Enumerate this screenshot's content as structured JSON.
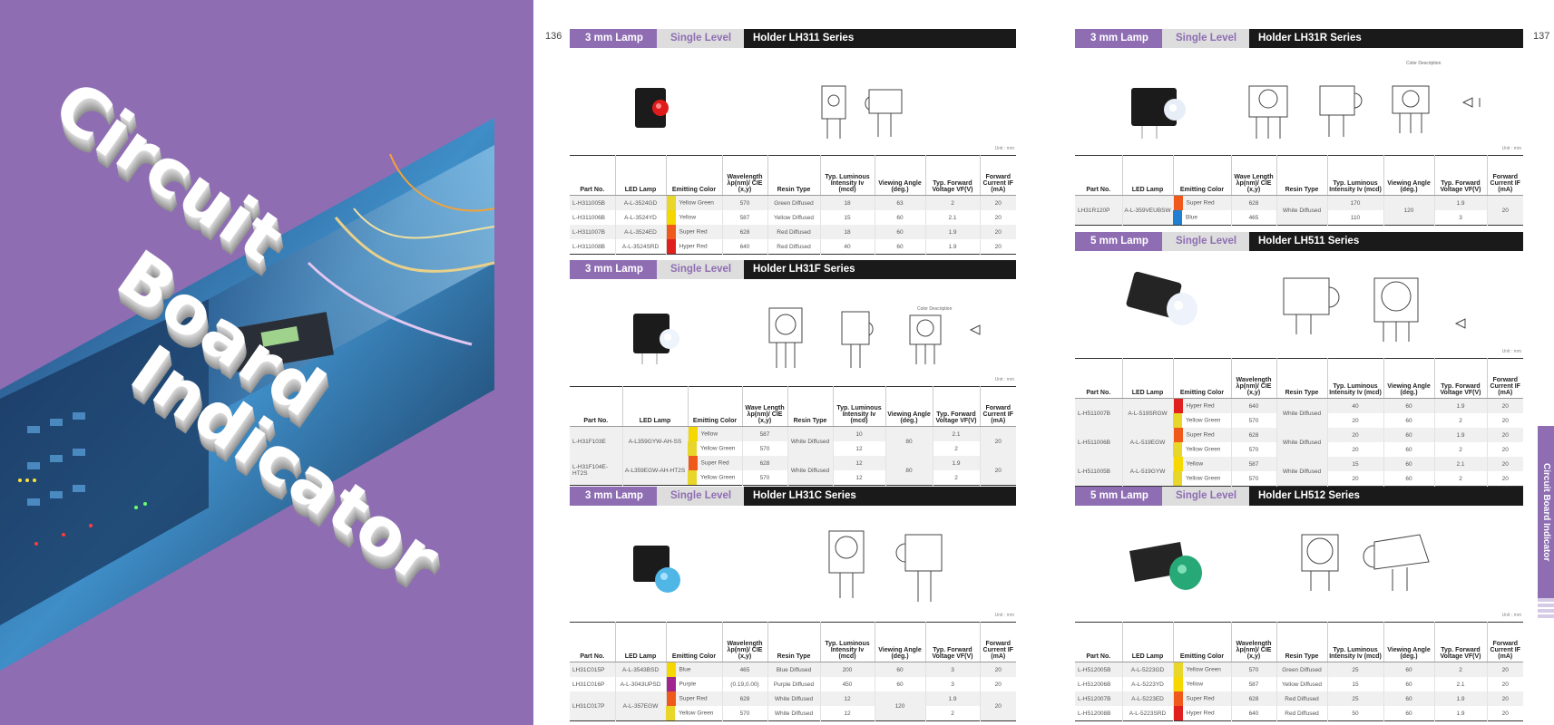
{
  "cover": {
    "title_lines": [
      "Circuit",
      "Board",
      "Indicator"
    ]
  },
  "left_page": {
    "page_number": "136",
    "sections": [
      {
        "size": "3 mm Lamp",
        "level": "Single Level",
        "holder": "Holder LH311 Series",
        "unit": "Unit : mm",
        "headers": [
          "Part No.",
          "LED Lamp",
          "Emitting Color",
          "Wavelength λp(nm)/ CIE (x,y)",
          "Resin Type",
          "Typ. Luminous Intensity Iv (mcd)",
          "Viewing Angle (deg.)",
          "Typ. Forward Voltage VF(V)",
          "Forward Current IF (mA)"
        ],
        "rows": [
          {
            "part": "L-H311005B",
            "lamp": "A-L-3524GD",
            "swatch": "#e8d62a",
            "color": "Yellow Green",
            "wl": "570",
            "resin": "Green Diffused",
            "iv": "18",
            "angle": "63",
            "vf": "2",
            "if": "20"
          },
          {
            "part": "L-H311006B",
            "lamp": "A-L-3524YD",
            "swatch": "#f5d800",
            "color": "Yellow",
            "wl": "587",
            "resin": "Yellow Diffused",
            "iv": "15",
            "angle": "60",
            "vf": "2.1",
            "if": "20"
          },
          {
            "part": "L-H311007B",
            "lamp": "A-L-3524ED",
            "swatch": "#ef5a1c",
            "color": "Super Red",
            "wl": "628",
            "resin": "Red Diffused",
            "iv": "18",
            "angle": "60",
            "vf": "1.9",
            "if": "20"
          },
          {
            "part": "L-H311008B",
            "lamp": "A-L-3524SRD",
            "swatch": "#e0201f",
            "color": "Hyper Red",
            "wl": "640",
            "resin": "Red Diffused",
            "iv": "40",
            "angle": "60",
            "vf": "1.9",
            "if": "20"
          }
        ]
      },
      {
        "size": "3 mm Lamp",
        "level": "Single Level",
        "holder": "Holder LH31F Series",
        "unit": "Unit : mm",
        "color_desc": "Color Description",
        "headers": [
          "Part No.",
          "LED Lamp",
          "Emitting Color",
          "Wave Length λp(nm)/ CIE (x,y)",
          "Resin Type",
          "Typ. Luminous Intensity Iv (mcd)",
          "Viewing Angle (deg.)",
          "Typ. Forward Voltage VF(V)",
          "Forward Current IF (mA)"
        ],
        "groups": [
          {
            "part": "L-H31F103E",
            "lamp": "A-L359GYW-AH-SS",
            "resin": "White Diffused",
            "angle": "80",
            "if": "20",
            "sub": [
              {
                "swatch": "#f5d800",
                "color": "Yellow",
                "wl": "587",
                "iv": "10",
                "vf": "2.1"
              },
              {
                "swatch": "#e8d62a",
                "color": "Yellow Green",
                "wl": "570",
                "iv": "12",
                "vf": "2"
              }
            ]
          },
          {
            "part": "L-H31F104E-HT2S",
            "lamp": "A-L359EGW-AH-HT2S",
            "resin": "White Diffused",
            "angle": "80",
            "if": "20",
            "sub": [
              {
                "swatch": "#ef5a1c",
                "color": "Super Red",
                "wl": "628",
                "iv": "12",
                "vf": "1.9"
              },
              {
                "swatch": "#e8d62a",
                "color": "Yellow Green",
                "wl": "570",
                "iv": "12",
                "vf": "2"
              }
            ]
          }
        ]
      },
      {
        "size": "3 mm Lamp",
        "level": "Single Level",
        "holder": "Holder LH31C Series",
        "unit": "Unit : mm",
        "headers": [
          "Part No.",
          "LED Lamp",
          "Emitting Color",
          "Wavelength λp(nm)/ CIE (x,y)",
          "Resin Type",
          "Typ. Luminous Intensity Iv (mcd)",
          "Viewing Angle (deg.)",
          "Typ. Forward Voltage VF(V)",
          "Forward Current IF (mA)"
        ],
        "rows": [
          {
            "part": "LH31C015P",
            "lamp": "A-L-3543BSD",
            "swatch": "#f5d800",
            "color": "Blue",
            "wl": "465",
            "resin": "Blue Diffused",
            "iv": "200",
            "angle": "60",
            "vf": "3",
            "if": "20"
          },
          {
            "part": "LH31C016P",
            "lamp": "A-L-3043UPSD",
            "swatch": "#a0258f",
            "color": "Purple",
            "wl": "(0.19,0.00)",
            "resin": "Purple Diffused",
            "iv": "450",
            "angle": "60",
            "vf": "3",
            "if": "20"
          }
        ],
        "group": {
          "part": "LH31C017P",
          "lamp": "A-L-357EGW",
          "angle": "120",
          "if": "20",
          "sub": [
            {
              "swatch": "#ef5a1c",
              "color": "Super Red",
              "wl": "628",
              "resin": "White Diffused",
              "iv": "12",
              "vf": "1.9"
            },
            {
              "swatch": "#e8d62a",
              "color": "Yellow Green",
              "wl": "570",
              "resin": "White Diffused",
              "iv": "12",
              "vf": "2"
            }
          ]
        }
      }
    ]
  },
  "right_page": {
    "page_number": "137",
    "side_tab": "Circuit Board Indicator",
    "sections": [
      {
        "size": "3 mm Lamp",
        "level": "Single Level",
        "holder": "Holder LH31R Series",
        "unit": "Unit : mm",
        "color_desc": "Color Description",
        "headers": [
          "Part No.",
          "LED Lamp",
          "Emitting Color",
          "Wave Length λp(nm)/ CIE (x,y)",
          "Resin Type",
          "Typ. Luminous Intensity Iv (mcd)",
          "Viewing Angle (deg.)",
          "Typ. Forward Voltage VF(V)",
          "Forward Current IF (mA)"
        ],
        "group": {
          "part": "LH31R120P",
          "lamp": "A-L-359VEUBSW",
          "resin": "White Diffused",
          "angle": "120",
          "if": "20",
          "sub": [
            {
              "swatch": "#ef5a1c",
              "color": "Super Red",
              "wl": "628",
              "iv": "170",
              "vf": "1.9"
            },
            {
              "swatch": "#1f7fd0",
              "color": "Blue",
              "wl": "465",
              "iv": "110",
              "vf": "3"
            }
          ]
        }
      },
      {
        "size": "5 mm Lamp",
        "level": "Single Level",
        "holder": "Holder LH511 Series",
        "unit": "Unit : mm",
        "headers": [
          "Part No.",
          "LED Lamp",
          "Emitting Color",
          "Wavelength λp(nm)/ CIE (x,y)",
          "Resin Type",
          "Typ. Luminous Intensity Iv (mcd)",
          "Viewing Angle (deg.)",
          "Typ. Forward Voltage VF(V)",
          "Forward Current IF (mA)"
        ],
        "groups": [
          {
            "part": "L-H511007B",
            "lamp": "A-L-519SRGW",
            "resin": "White Diffused",
            "sub": [
              {
                "swatch": "#e0201f",
                "color": "Hyper Red",
                "wl": "640",
                "iv": "40",
                "angle": "60",
                "vf": "1.9",
                "if": "20"
              },
              {
                "swatch": "#e8d62a",
                "color": "Yellow Green",
                "wl": "570",
                "iv": "20",
                "angle": "60",
                "vf": "2",
                "if": "20"
              }
            ]
          },
          {
            "part": "L-H511006B",
            "lamp": "A-L-519EGW",
            "resin": "White Diffused",
            "sub": [
              {
                "swatch": "#ef5a1c",
                "color": "Super Red",
                "wl": "628",
                "iv": "20",
                "angle": "60",
                "vf": "1.9",
                "if": "20"
              },
              {
                "swatch": "#e8d62a",
                "color": "Yellow Green",
                "wl": "570",
                "iv": "20",
                "angle": "60",
                "vf": "2",
                "if": "20"
              }
            ]
          },
          {
            "part": "L-H511005B",
            "lamp": "A-L-519GYW",
            "resin": "White Diffused",
            "sub": [
              {
                "swatch": "#f5d800",
                "color": "Yellow",
                "wl": "587",
                "iv": "15",
                "angle": "60",
                "vf": "2.1",
                "if": "20"
              },
              {
                "swatch": "#e8d62a",
                "color": "Yellow Green",
                "wl": "570",
                "iv": "20",
                "angle": "60",
                "vf": "2",
                "if": "20"
              }
            ]
          }
        ]
      },
      {
        "size": "5 mm Lamp",
        "level": "Single Level",
        "holder": "Holder LH512 Series",
        "unit": "Unit : mm",
        "headers": [
          "Part No.",
          "LED Lamp",
          "Emitting Color",
          "Wavelength λp(nm)/ CIE (x,y)",
          "Resin Type",
          "Typ. Luminous Intensity Iv (mcd)",
          "Viewing Angle (deg.)",
          "Typ. Forward Voltage VF(V)",
          "Forward Current IF (mA)"
        ],
        "rows": [
          {
            "part": "L-H512005B",
            "lamp": "A-L-5223GD",
            "swatch": "#e8d62a",
            "color": "Yellow Green",
            "wl": "570",
            "resin": "Green Diffused",
            "iv": "25",
            "angle": "60",
            "vf": "2",
            "if": "20"
          },
          {
            "part": "L-H512006B",
            "lamp": "A-L-5223YD",
            "swatch": "#f5d800",
            "color": "Yellow",
            "wl": "587",
            "resin": "Yellow Diffused",
            "iv": "15",
            "angle": "60",
            "vf": "2.1",
            "if": "20"
          },
          {
            "part": "L-H512007B",
            "lamp": "A-L-5223ED",
            "swatch": "#ef5a1c",
            "color": "Super Red",
            "wl": "628",
            "resin": "Red Diffused",
            "iv": "25",
            "angle": "60",
            "vf": "1.9",
            "if": "20"
          },
          {
            "part": "L-H512008B",
            "lamp": "A-L-5223SRD",
            "swatch": "#e0201f",
            "color": "Hyper Red",
            "wl": "640",
            "resin": "Red Diffused",
            "iv": "50",
            "angle": "60",
            "vf": "1.9",
            "if": "20"
          }
        ]
      }
    ]
  }
}
